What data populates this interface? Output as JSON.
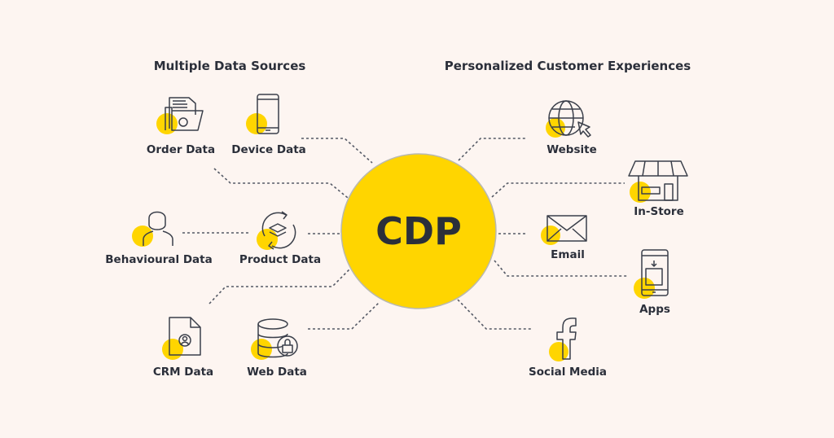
{
  "left_heading": "Multiple Data Sources",
  "right_heading": "Personalized Customer Experiences",
  "center": "CDP",
  "colors": {
    "accent": "#ffd500",
    "background": "#fdf5f1",
    "text": "#2b2f3a"
  },
  "sources": [
    {
      "label": "Order Data",
      "icon": "order-folder-icon"
    },
    {
      "label": "Device Data",
      "icon": "mobile-device-icon"
    },
    {
      "label": "Behavioural Data",
      "icon": "person-icon"
    },
    {
      "label": "Product Data",
      "icon": "product-sync-icon"
    },
    {
      "label": "CRM Data",
      "icon": "crm-file-icon"
    },
    {
      "label": "Web Data",
      "icon": "database-lock-icon"
    }
  ],
  "experiences": [
    {
      "label": "Website",
      "icon": "globe-cursor-icon"
    },
    {
      "label": "In-Store",
      "icon": "store-icon"
    },
    {
      "label": "Email",
      "icon": "envelope-icon"
    },
    {
      "label": "Apps",
      "icon": "mobile-app-icon"
    },
    {
      "label": "Social Media",
      "icon": "facebook-icon"
    }
  ]
}
